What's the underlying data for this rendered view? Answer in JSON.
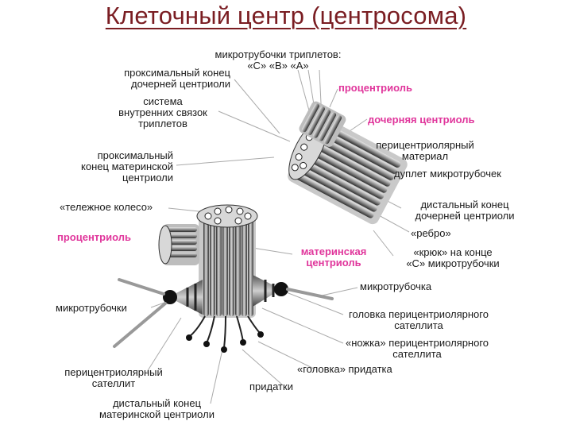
{
  "title": "Клеточный центр (центросома)",
  "colors": {
    "title": "#7a1d22",
    "accent": "#e0359b",
    "text": "#1a1a1a"
  },
  "labels": {
    "triplets_1": "микротрубочки триплетов:",
    "triplets_2": "«С» «В» «А»",
    "prox_daughter_1": "проксимальный конец",
    "prox_daughter_2": "дочерней центриоли",
    "system_1": "система",
    "system_2": "внутренних связок",
    "system_3": "триплетов",
    "procentriole_top": "процентриоль",
    "daughter_centriole": "дочерняя центриоль",
    "pericentriolar_material_1": "перицентриолярный",
    "pericentriolar_material_2": "материал",
    "doublet": "дуплет микротрубочек",
    "prox_mother_1": "проксимальный",
    "prox_mother_2": "конец материнской",
    "prox_mother_3": "центриоли",
    "distal_daughter_1": "дистальный конец",
    "distal_daughter_2": "дочерней центриоли",
    "cartwheel": "«тележное колесо»",
    "rib": "«ребро»",
    "procentriole_left": "процентриоль",
    "hook_1": "«крюк» на конце",
    "hook_2": "«С» микротрубочки",
    "mother_1": "материнская",
    "mother_2": "центриоль",
    "microtubule": "микротрубочка",
    "microtubules": "микротрубочки",
    "satellite_head_1": "головка перицентриолярного",
    "satellite_head_2": "сателлита",
    "satellite_leg_1": "«ножка» перицентриолярного",
    "satellite_leg_2": "сателлита",
    "pericentriolar_satellite_1": "перицентриолярный",
    "pericentriolar_satellite_2": "сателлит",
    "appendage_head": "«головка» придатка",
    "appendages": "придатки",
    "distal_mother_1": "дистальный конец",
    "distal_mother_2": "материнской центриоли"
  }
}
